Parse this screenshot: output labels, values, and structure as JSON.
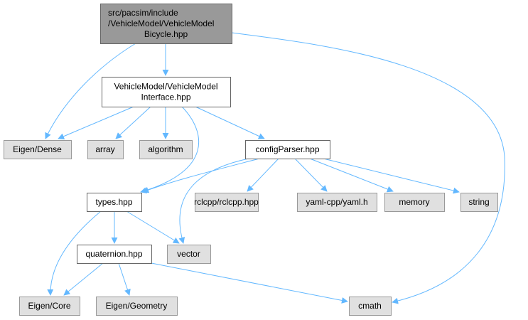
{
  "colors": {
    "edge": "#63b8ff",
    "root_fill": "#999999",
    "root_stroke": "#666666",
    "local_fill": "#ffffff",
    "local_stroke": "#666666",
    "external_fill": "#e0e0e0",
    "external_stroke": "#999999"
  },
  "nodes": {
    "root": {
      "lines": [
        "src/pacsim/include",
        "/VehicleModel/VehicleModel",
        "Bicycle.hpp"
      ],
      "kind": "root"
    },
    "interface": {
      "lines": [
        "VehicleModel/VehicleModel",
        "Interface.hpp"
      ],
      "kind": "local"
    },
    "eigen_dense": {
      "lines": [
        "Eigen/Dense"
      ],
      "kind": "external"
    },
    "array": {
      "lines": [
        "array"
      ],
      "kind": "external"
    },
    "algorithm": {
      "lines": [
        "algorithm"
      ],
      "kind": "external"
    },
    "config": {
      "lines": [
        "configParser.hpp"
      ],
      "kind": "local"
    },
    "types": {
      "lines": [
        "types.hpp"
      ],
      "kind": "local"
    },
    "rclcpp": {
      "lines": [
        "rclcpp/rclcpp.hpp"
      ],
      "kind": "external"
    },
    "yaml": {
      "lines": [
        "yaml-cpp/yaml.h"
      ],
      "kind": "external"
    },
    "memory": {
      "lines": [
        "memory"
      ],
      "kind": "external"
    },
    "string": {
      "lines": [
        "string"
      ],
      "kind": "external"
    },
    "quaternion": {
      "lines": [
        "quaternion.hpp"
      ],
      "kind": "local"
    },
    "vector": {
      "lines": [
        "vector"
      ],
      "kind": "external"
    },
    "eigen_core": {
      "lines": [
        "Eigen/Core"
      ],
      "kind": "external"
    },
    "eigen_geometry": {
      "lines": [
        "Eigen/Geometry"
      ],
      "kind": "external"
    },
    "cmath": {
      "lines": [
        "cmath"
      ],
      "kind": "external"
    }
  },
  "edges": [
    [
      "root",
      "interface"
    ],
    [
      "root",
      "eigen_dense"
    ],
    [
      "root",
      "cmath"
    ],
    [
      "interface",
      "eigen_dense"
    ],
    [
      "interface",
      "array"
    ],
    [
      "interface",
      "algorithm"
    ],
    [
      "interface",
      "config"
    ],
    [
      "interface",
      "types"
    ],
    [
      "config",
      "types"
    ],
    [
      "config",
      "vector"
    ],
    [
      "config",
      "rclcpp"
    ],
    [
      "config",
      "yaml"
    ],
    [
      "config",
      "memory"
    ],
    [
      "config",
      "string"
    ],
    [
      "types",
      "eigen_core"
    ],
    [
      "types",
      "quaternion"
    ],
    [
      "types",
      "vector"
    ],
    [
      "quaternion",
      "eigen_core"
    ],
    [
      "quaternion",
      "eigen_geometry"
    ],
    [
      "quaternion",
      "cmath"
    ]
  ]
}
